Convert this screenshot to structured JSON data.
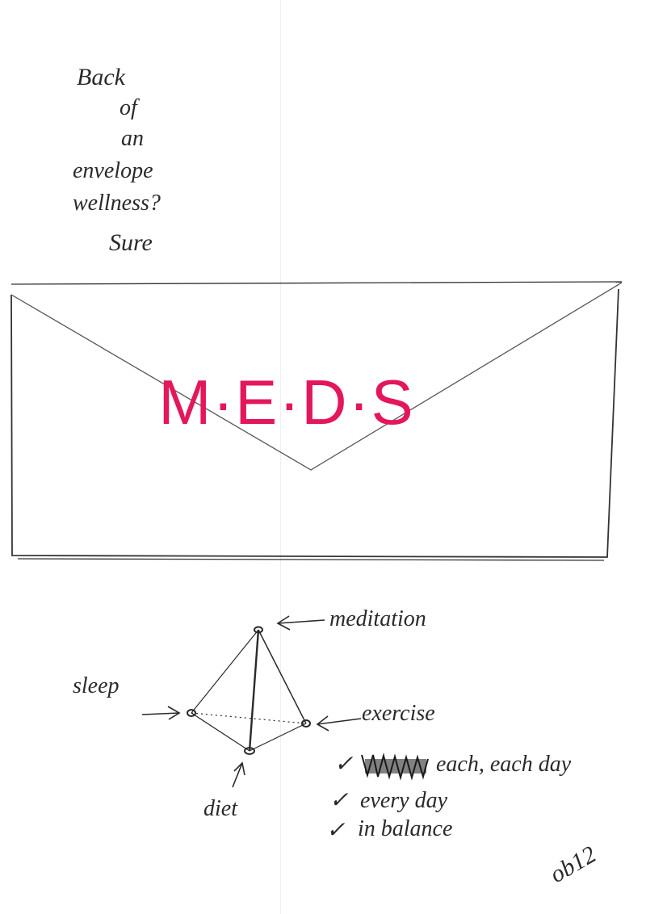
{
  "intro": {
    "lines": [
      "Back",
      "of",
      "an",
      "envelope",
      "wellness?",
      "Sure"
    ]
  },
  "envelope": {
    "title": "M·E·D·S",
    "title_color": "#e3175a"
  },
  "tetrahedron": {
    "labels": {
      "top": "meditation",
      "left": "sleep",
      "right": "exercise",
      "bottom": "diet"
    }
  },
  "checklist": {
    "check_mark": "✓",
    "items": [
      "each, each day",
      "every day",
      "in balance"
    ]
  },
  "signature": "ob12",
  "ink_color": "#2a2a2a"
}
